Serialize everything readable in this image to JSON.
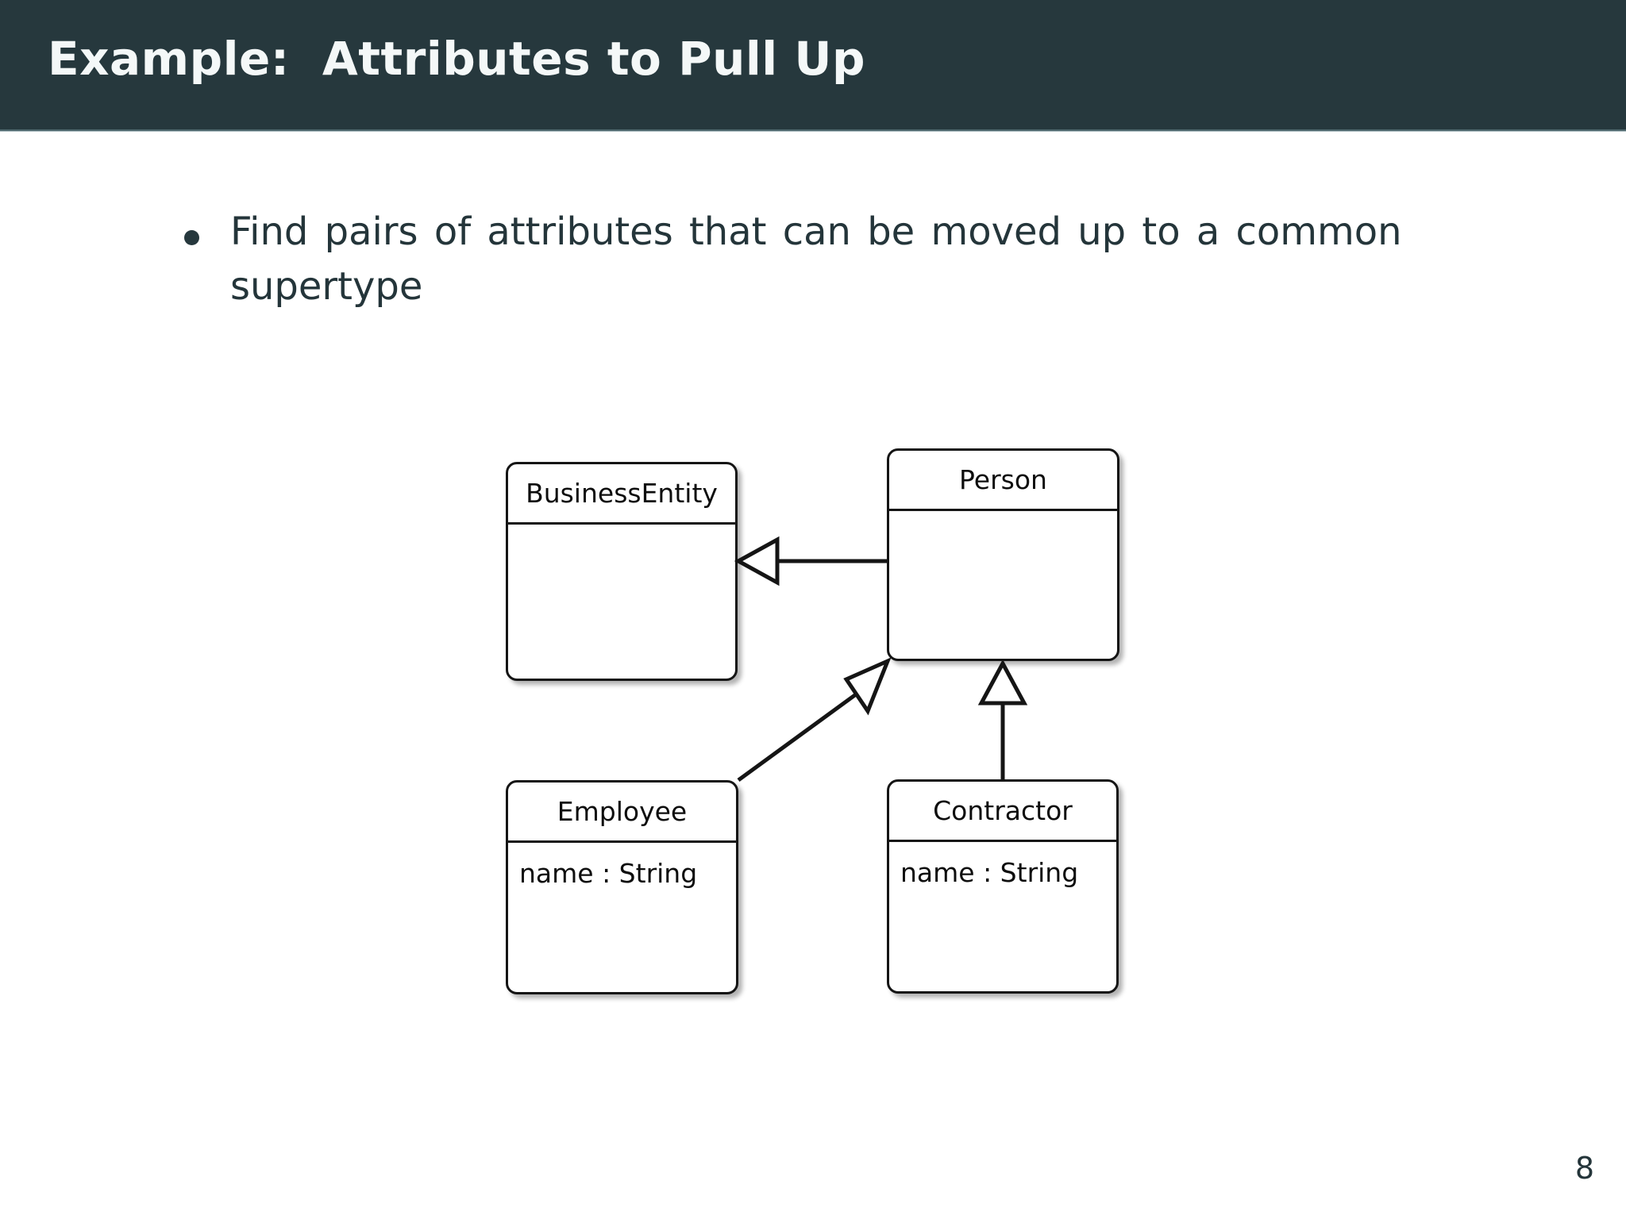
{
  "slide": {
    "title": "Example:  Attributes to Pull Up",
    "page_number": "8",
    "title_bar_color": "#26383d",
    "text_color": "#24353a",
    "background_color": "#ffffff"
  },
  "bullets": [
    {
      "text": "Find pairs of attributes that can be moved up to a common supertype"
    }
  ],
  "diagram": {
    "type": "uml-class-diagram",
    "classes": [
      {
        "id": "businessentity",
        "name": "BusinessEntity",
        "attributes": []
      },
      {
        "id": "person",
        "name": "Person",
        "attributes": []
      },
      {
        "id": "employee",
        "name": "Employee",
        "attributes": [
          "name : String"
        ]
      },
      {
        "id": "contractor",
        "name": "Contractor",
        "attributes": [
          "name : String"
        ]
      }
    ],
    "relationships": [
      {
        "type": "generalization",
        "from": "Person",
        "to": "BusinessEntity"
      },
      {
        "type": "generalization",
        "from": "Employee",
        "to": "Person"
      },
      {
        "type": "generalization",
        "from": "Contractor",
        "to": "Person"
      }
    ]
  }
}
